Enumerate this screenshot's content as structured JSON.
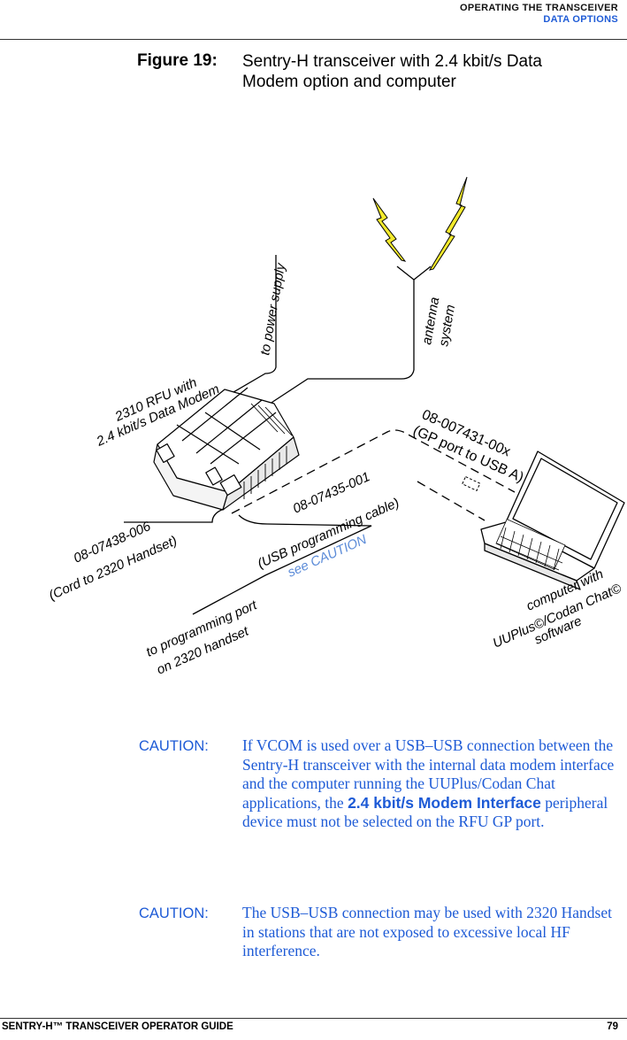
{
  "header": {
    "section": "Operating the transceiver",
    "subsection": "Data options"
  },
  "figure": {
    "label": "Figure 19:",
    "title": "Sentry-H transceiver with 2.4 kbit/s Data Modem option and computer"
  },
  "diagram_labels": {
    "power_supply": "to power supply",
    "antenna_line1": "antenna",
    "antenna_line2": "system",
    "rfu_line1": "2310 RFU with",
    "rfu_line2": "2.4 kbit/s Data Modem",
    "gp_cable_line1": "08-007431-00x",
    "gp_cable_line2": "(GP port to USB A)",
    "handset_cord_line1": "08-07438-006",
    "handset_cord_line2": "(Cord to 2320 Handset)",
    "usb_cable_line1": "08-07435-001",
    "usb_cable_line2": "(USB programming cable)",
    "see_caution": "see CAUTION",
    "prog_port_line1": "to programming port",
    "prog_port_line2": "on 2320 handset",
    "computer_line1": "computer with",
    "computer_line2": "UUPlus©/Codan Chat©",
    "computer_line3": "software"
  },
  "cautions": [
    {
      "label": "CAUTION:",
      "text_before": "If VCOM is used over a USB–USB connection between the Sentry-H transceiver with the internal data modem interface and the computer running the UUPlus/Codan Chat applications, the ",
      "text_bold": "2.4 kbit/s Modem Interface",
      "text_after": " peripheral device must not be selected on the RFU GP port."
    },
    {
      "label": "CAUTION:",
      "text": "The USB–USB connection may be used with 2320 Handset in stations that are not exposed to excessive local HF interference."
    }
  ],
  "footer": {
    "title": "Sentry-H™ transceiver operator guide",
    "page": "79"
  },
  "colors": {
    "accent_blue": "#1e5bd6",
    "lightning_yellow": "#f3ea2c",
    "see_caution_blue": "#5b8bd8"
  }
}
